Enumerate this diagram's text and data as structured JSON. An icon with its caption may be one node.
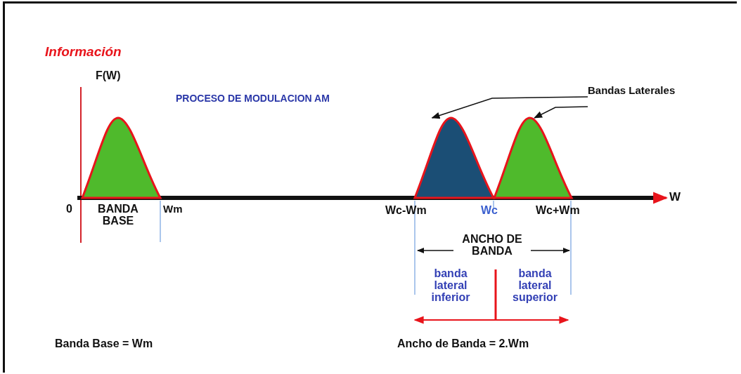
{
  "diagram": {
    "title": "PROCESO DE MODULACION AM",
    "nodes": [
      {
        "text": [],
        "shape": "hump"
      },
      {
        "text": [
          "Bandas Laterales"
        ]
      },
      {
        "text": [],
        "shape": "hump"
      },
      {
        "text": [],
        "shape": "hump"
      }
    ],
    "edges": [
      {
        "from": 1,
        "to": 2,
        "arrow": "to"
      },
      {
        "from": 1,
        "to": 3,
        "arrow": "to"
      }
    ],
    "labels": [
      "Información",
      "F(W)",
      "0",
      "BANDA BASE",
      "Wm",
      "W",
      "Wc-Wm",
      "Wc",
      "Wc+Wm",
      "ANCHO DE BANDA",
      "banda lateral inferior",
      "banda lateral superior",
      "Banda Base = Wm",
      "Ancho de Banda = 2.Wm"
    ]
  }
}
